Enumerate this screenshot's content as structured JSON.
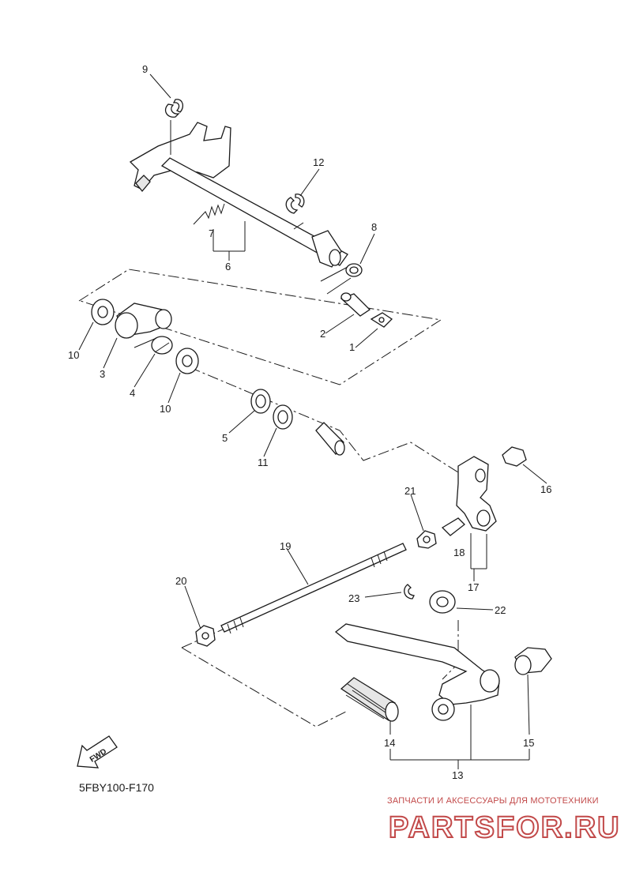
{
  "diagram": {
    "code": "5FBY100-F170",
    "fwd_label": "FWD",
    "callouts": {
      "c1": "1",
      "c2": "2",
      "c3": "3",
      "c4": "4",
      "c5": "5",
      "c6": "6",
      "c7": "7",
      "c8": "8",
      "c9": "9",
      "c10a": "10",
      "c10b": "10",
      "c11": "11",
      "c12": "12",
      "c13": "13",
      "c14": "14",
      "c15": "15",
      "c16": "16",
      "c17": "17",
      "c18": "18",
      "c19": "19",
      "c20": "20",
      "c21": "21",
      "c22": "22",
      "c23": "23"
    }
  },
  "watermark": {
    "caption": "ЗАПЧАСТИ И АКСЕССУАРЫ ДЛЯ МОТОТЕХНИКИ",
    "logo_text": "PARTSFOR.RU",
    "color": "#c24a4a"
  },
  "colors": {
    "line": "#1a1a1a",
    "background": "#ffffff"
  }
}
